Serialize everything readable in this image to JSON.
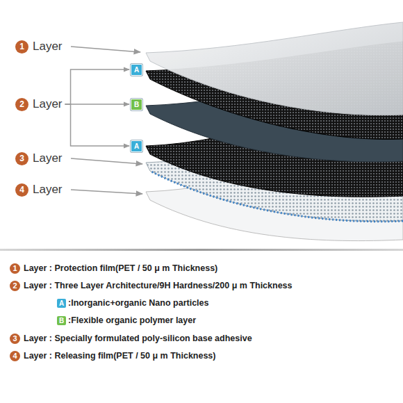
{
  "diagram": {
    "nodes": [
      {
        "text": [
          "1",
          "Layer"
        ]
      },
      {
        "text": [
          "2",
          "Layer"
        ]
      },
      {
        "text": [
          "A"
        ]
      },
      {
        "text": [
          "B"
        ]
      },
      {
        "text": [
          "A"
        ]
      },
      {
        "text": [
          "3",
          "Layer"
        ]
      },
      {
        "text": [
          "4",
          "Layer"
        ]
      },
      {
        "text": [
          "1",
          "Layer : Protection film(PET / 50 μ m Thickness)"
        ]
      },
      {
        "text": [
          "2",
          "Layer : Three Layer Architecture/9H Hardness/200 μ m Thickness"
        ]
      },
      {
        "text": [
          "A",
          ":Inorganic+organic Nano particles"
        ]
      },
      {
        "text": [
          "B",
          ":Flexible organic polymer layer"
        ]
      },
      {
        "text": [
          "3",
          "Layer : Specially formulated poly-silicon base adhesive"
        ]
      },
      {
        "text": [
          "4",
          "Layer : Releasing film(PET / 50 μ m Thickness)"
        ]
      }
    ],
    "edges": [
      {
        "from": 1,
        "to": 2,
        "arrow": "to"
      },
      {
        "from": 1,
        "to": 3,
        "arrow": "to"
      },
      {
        "from": 1,
        "to": 4,
        "arrow": "to"
      }
    ]
  }
}
